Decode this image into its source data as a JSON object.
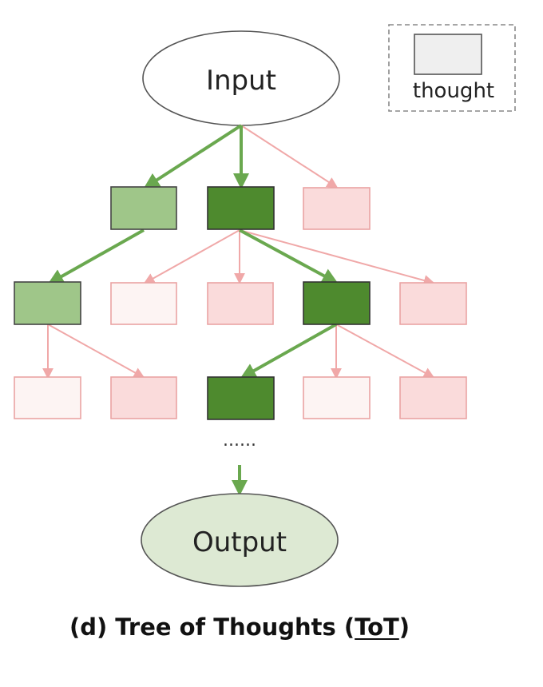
{
  "diagram": {
    "input_label": "Input",
    "output_label": "Output",
    "legend_label": "thought",
    "ellipsis": "......",
    "caption": {
      "prefix": "(d) Tree of Thoughts (",
      "abbrev": "ToT",
      "suffix": ")"
    }
  },
  "colors": {
    "selected_path": "#6aa84f",
    "selected_dark_fill": "#4e8a2e",
    "selected_light_fill": "#9fc689",
    "pruned_edge": "#f0a8a8",
    "pruned_fill": "#fadbdb",
    "pruned_faint_fill": "#fdf4f3",
    "pruned_border": "#eaa3a3",
    "output_fill": "#dde9d3",
    "legend_fill": "#efefef"
  }
}
